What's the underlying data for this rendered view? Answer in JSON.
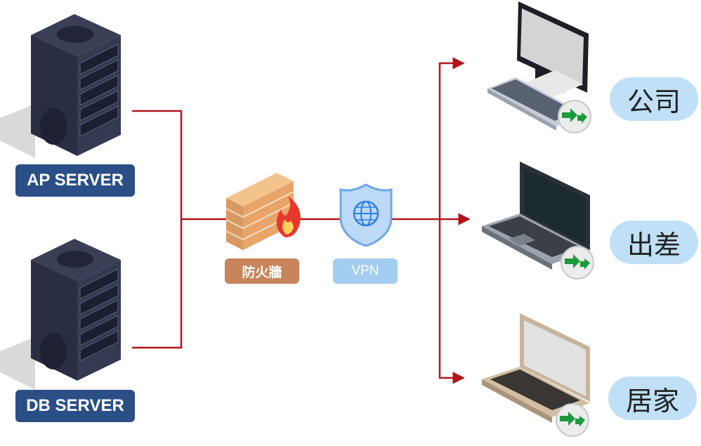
{
  "nodes": {
    "ap_server": "AP SERVER",
    "db_server": "DB SERVER",
    "firewall": "防火牆",
    "vpn": "VPN"
  },
  "destinations": {
    "office": "公司",
    "business_trip": "出差",
    "home": "居家"
  },
  "colors": {
    "connector": "#b3141b",
    "server_label": "#2a4f86",
    "firewall_label": "#c8845a",
    "vpn_label": "#a4cdf2",
    "destination_pill": "#bfe0f7",
    "remote_badge": "#1a9a3a"
  },
  "icons": {
    "server": "server-rack-icon",
    "firewall": "firewall-icon",
    "vpn": "shield-globe-icon",
    "office": "desktop-computer-icon",
    "business_trip": "laptop-icon",
    "home": "laptop-icon",
    "remote": "remote-connection-icon"
  }
}
